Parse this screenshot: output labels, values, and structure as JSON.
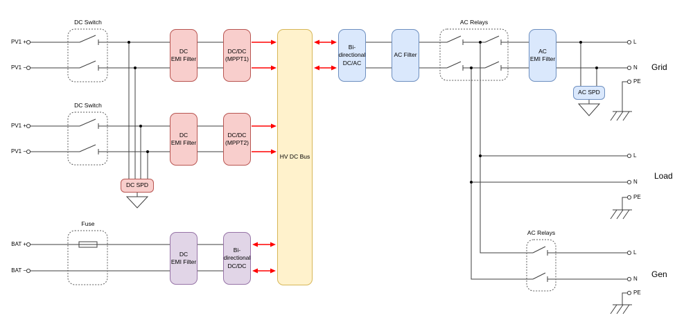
{
  "colors": {
    "pv_block_fill": "#F8CECC",
    "pv_block_stroke": "#B85450",
    "ac_block_fill": "#DAE8FC",
    "ac_block_stroke": "#6C8EBF",
    "bat_block_fill": "#E1D5E7",
    "bat_block_stroke": "#9673A6",
    "bus_fill": "#FFF2CC",
    "bus_stroke": "#D6B656",
    "wire": "#3d3d3d",
    "power_flow_arrow": "#FF0000"
  },
  "inputs": {
    "pv1a_plus": "PV1 +",
    "pv1a_minus": "PV1 −",
    "pv1b_plus": "PV1 +",
    "pv1b_minus": "PV1 −",
    "bat_plus": "BAT +",
    "bat_minus": "BAT −"
  },
  "dashed_boxes": {
    "dc_switch_1": "DC Switch",
    "dc_switch_2": "DC Switch",
    "fuse": "Fuse",
    "ac_relays_top": "AC Relays",
    "ac_relays_bottom": "AC Relays"
  },
  "blocks": {
    "dc_emi_filter_pv1": "DC\nEMI Filter",
    "dcdc_mppt1": "DC/DC\n(MPPT1)",
    "dc_emi_filter_pv2": "DC\nEMI Filter",
    "dcdc_mppt2": "DC/DC\n(MPPT2)",
    "dc_spd": "DC SPD",
    "hv_dc_bus": "HV DC Bus",
    "bidir_dcac": "Bi-\ndirectional\nDC/AC",
    "ac_filter": "AC Filter",
    "ac_emi_filter": "AC\nEMI Filter",
    "ac_spd": "AC SPD",
    "dc_emi_filter_bat": "DC\nEMI Filter",
    "bidir_dcdc": "Bi-\ndirectional\nDC/DC"
  },
  "ports": {
    "grid": {
      "name": "Grid",
      "l": "L",
      "n": "N",
      "pe": "PE"
    },
    "load": {
      "name": "Load",
      "l": "L",
      "n": "N",
      "pe": "PE"
    },
    "gen": {
      "name": "Gen",
      "l": "L",
      "n": "N",
      "pe": "PE"
    }
  }
}
